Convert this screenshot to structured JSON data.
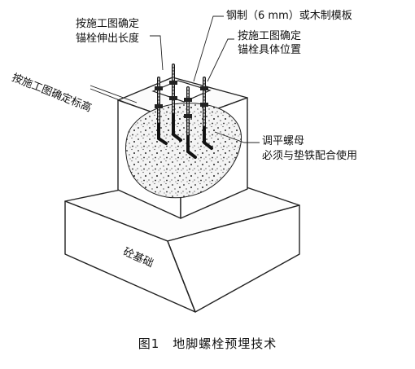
{
  "labels": {
    "anchor_length_1": "按施工图确定",
    "anchor_length_2": "锚栓伸出长度",
    "template": "钢制（6 mm）或木制模板",
    "position_1": "按施工图确定",
    "position_2": "锚栓具体位置",
    "elevation": "按施工图确定标高",
    "leveling_1": "调平螺母",
    "leveling_2": "必须与垫铁配合使用",
    "base": "砼基础"
  },
  "caption": "图1　地脚螺栓预埋技术"
}
